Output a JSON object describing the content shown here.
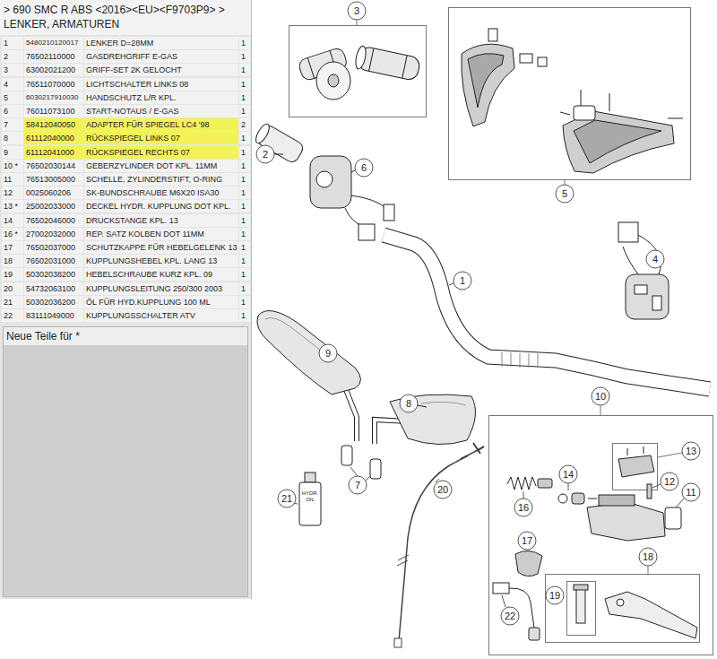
{
  "diagram": {
    "title": "> 690 SMC R ABS <2016><EU><F9703P9> > LENKER, ARMATUREN",
    "nodes": [
      {
        "text": [
          "Neue Teile für *"
        ]
      }
    ],
    "labels": [
      "1",
      "5480210120017",
      "LENKER D=28MM",
      "1",
      "2",
      "76502110000",
      "GASDREHGRIFF E-GAS",
      "1",
      "3",
      "63002021200",
      "GRIFF-SET 2K GELOCHT",
      "1",
      "4",
      "76511070000",
      "LICHTSCHALTER LINKS 08",
      "1",
      "5",
      "6030217910030",
      "HANDSCHUTZ L/R KPL.",
      "1",
      "6",
      "76011073100",
      "START-NOTAUS / E-GAS",
      "1",
      "7",
      "58412040050",
      "ADAPTER FÜR SPIEGEL LC4 '98",
      "2",
      "8",
      "61112040000",
      "RÜCKSPIEGEL LINKS 07",
      "1",
      "9",
      "61112041000",
      "RÜCKSPIEGEL RECHTS 07",
      "1",
      "10 *",
      "76502030144",
      "GEBERZYLINDER DOT KPL. 11MM",
      "1",
      "11",
      "76513005000",
      "SCHELLE, ZYLINDERSTIFT, O-RING",
      "1",
      "12",
      "0025060206",
      "SK-BUNDSCHRAUBE M6X20 ISA30",
      "1",
      "13 *",
      "25002033000",
      "DECKEL HYDR. KUPPLUNG DOT KPL.",
      "1",
      "14",
      "76502046000",
      "DRUCKSTANGE KPL. 13",
      "1",
      "16 *",
      "27002032000",
      "REP. SATZ KOLBEN DOT 11MM",
      "1",
      "17",
      "76502037000",
      "SCHUTZKAPPE FÜR HEBELGELENK 13",
      "1",
      "18",
      "76502031000",
      "KUPPLUNGSHEBEL KPL. LANG 13",
      "1",
      "19",
      "50302038200",
      "HEBELSCHRAUBE KURZ KPL. 09",
      "1",
      "20",
      "54732063100",
      "KUPPLUNGSLEITUNG 250/300 2003",
      "1",
      "21",
      "50302036200",
      "ÖL FÜR HYD.KUPPLUNG 100 ML",
      "1",
      "22",
      "83111049000",
      "KUPPLUNGSSCHALTER ATV",
      "1",
      "1",
      "2",
      "3",
      "4",
      "5",
      "6",
      "7",
      "8",
      "9",
      "10",
      "11",
      "12",
      "13",
      "14",
      "16",
      "17",
      "18",
      "19",
      "20",
      "21",
      "22",
      "HYDR. OIL"
    ]
  }
}
